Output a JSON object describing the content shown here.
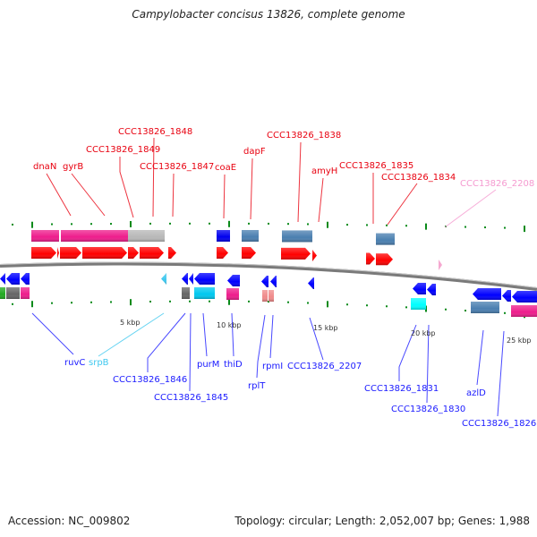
{
  "title": "Campylobacter concisus 13826, complete genome",
  "footer": {
    "accession": "Accession: NC_009802",
    "summary": "Topology: circular; Length: 2,052,007 bp; Genes: 1,988"
  },
  "colors": {
    "forward_label": "#e8000f",
    "reverse_label": "#1a1aff",
    "pseudo_label": "#f59ad0",
    "rna_label": "#3fc8ef",
    "backbone": "#808080",
    "tick": "#0a8a1a",
    "cds_forward": "#ff0000",
    "cds_reverse": "#0000ff"
  },
  "scale_ticks": [
    {
      "label": "5 kbp"
    },
    {
      "label": "10 kbp"
    },
    {
      "label": "15 kbp"
    },
    {
      "label": "20 kbp"
    },
    {
      "label": "25 kbp"
    }
  ],
  "forward_labels": [
    {
      "text": "dnaN",
      "color": "#e8000f"
    },
    {
      "text": "gyrB",
      "color": "#e8000f"
    },
    {
      "text": "CCC13826_1849",
      "color": "#e8000f"
    },
    {
      "text": "CCC13826_1848",
      "color": "#e8000f"
    },
    {
      "text": "CCC13826_1847",
      "color": "#e8000f"
    },
    {
      "text": "coaE",
      "color": "#e8000f"
    },
    {
      "text": "dapF",
      "color": "#e8000f"
    },
    {
      "text": "CCC13826_1838",
      "color": "#e8000f"
    },
    {
      "text": "amyH",
      "color": "#e8000f"
    },
    {
      "text": "CCC13826_1835",
      "color": "#e8000f"
    },
    {
      "text": "CCC13826_1834",
      "color": "#e8000f"
    },
    {
      "text": "CCC13826_2208",
      "color": "#f59ad0"
    }
  ],
  "reverse_labels": [
    {
      "text": "ruvC",
      "color": "#1a1aff"
    },
    {
      "text": "srpB",
      "color": "#3fc8ef"
    },
    {
      "text": "CCC13826_1846",
      "color": "#1a1aff"
    },
    {
      "text": "CCC13826_1845",
      "color": "#1a1aff"
    },
    {
      "text": "purM",
      "color": "#1a1aff"
    },
    {
      "text": "thiD",
      "color": "#1a1aff"
    },
    {
      "text": "rplT",
      "color": "#1a1aff"
    },
    {
      "text": "rpmI",
      "color": "#1a1aff"
    },
    {
      "text": "CCC13826_2207",
      "color": "#1a1aff"
    },
    {
      "text": "CCC13826_1831",
      "color": "#1a1aff"
    },
    {
      "text": "CCC13826_1830",
      "color": "#1a1aff"
    },
    {
      "text": "azlD",
      "color": "#1a1aff"
    },
    {
      "text": "CCC13826_1826",
      "color": "#1a1aff"
    }
  ],
  "cog_colors_forward": [
    "#ee1d8c",
    "#ee1d8c",
    "#ee1d8c",
    "#b8b8b8",
    "#b8b8b8",
    "#0000ee",
    "#4a7fb0",
    "#4a7fb0",
    "#4a7fb0"
  ],
  "cog_colors_reverse": [
    "#22aa22",
    "#666666",
    "#ee1d8c",
    "#666666",
    "#00c8f0",
    "#ee1d8c",
    "#f08a8a",
    "#f08a8a",
    "#00ffff",
    "#4a7fb0",
    "#ee1d8c"
  ]
}
